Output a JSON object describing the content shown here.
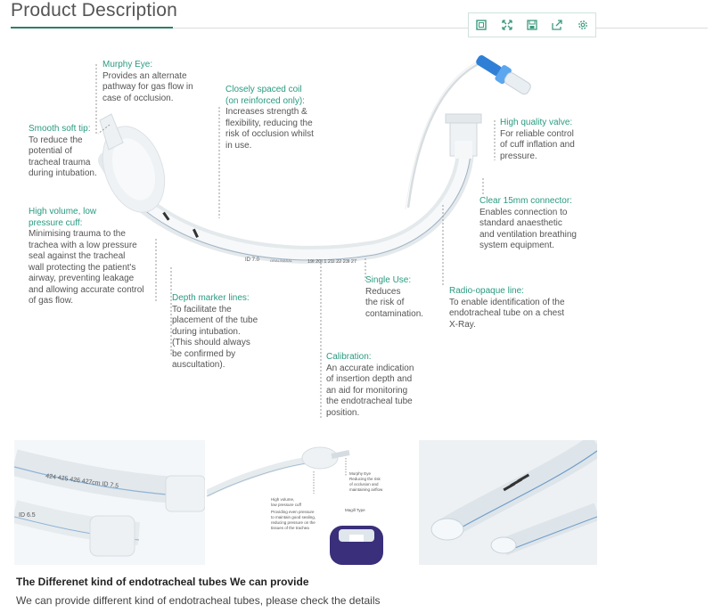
{
  "page": {
    "title": "Product Description"
  },
  "toolbar": {
    "icons": [
      "square-icon",
      "expand-icon",
      "save-icon",
      "share-icon",
      "settings-icon"
    ]
  },
  "annotations": {
    "murphy_eye": {
      "head": "Murphy Eye:",
      "body": "Provides an alternate\npathway for gas flow in\ncase of occlusion."
    },
    "coil": {
      "head": "Closely spaced coil\n(on reinforced only):",
      "body": "Increases strength &\nflexibility, reducing the\nrisk of occlusion whilst\nin use."
    },
    "soft_tip": {
      "head": "Smooth soft tip:",
      "body": "To reduce the\npotential of\ntracheal trauma\nduring intubation."
    },
    "valve": {
      "head": "High quality valve:",
      "body": "For reliable control\nof cuff inflation and\npressure."
    },
    "connector": {
      "head": "Clear 15mm connector:",
      "body": "Enables connection to\nstandard anaesthetic\nand ventilation breathing\nsystem equipment."
    },
    "cuff": {
      "head": "High volume, low\npressure cuff:",
      "body": "Minimising trauma to the\ntrachea with a low pressure\nseal against the tracheal\nwall protecting the patient's\nairway, preventing leakage\nand allowing accurate control\nof gas flow."
    },
    "single_use": {
      "head": "Single Use:",
      "body": "Reduces\nthe risk of\ncontamination."
    },
    "radio_opaque": {
      "head": "Radio-opaque line:",
      "body": "To enable identification of the\nendotracheal tube on a chest\nX-Ray."
    },
    "depth": {
      "head": "Depth marker lines:",
      "body": "To facilitate the\nplacement of the tube\nduring intubation.\n(This should always\nbe confirmed by\nauscultation)."
    },
    "calibration": {
      "head": "Calibration:",
      "body": "An accurate indication\nof insertion depth and\nan aid for monitoring\nthe endotracheal tube\nposition."
    }
  },
  "tube_print": {
    "id": "ID 7.0",
    "oral_nasal": "ORAL/NASAL",
    "marks": "19I   20I 1   21I   22   23I   27"
  },
  "photos": {
    "left_print_top": "424  425  426  427cm  ID 7.5",
    "left_print_bottom": "ID 6.5",
    "mid_labels": {
      "murphy": "Murphy Eye\nReducing the risk\nof occlusion and\nmaintaining airflow",
      "cuff": "High volume,\nlow pressure cuff\nProviding even pressure\nto maintain good sealing,\nreducing pressure on the\ntissues of the trachea",
      "tip": "Magill Type"
    }
  },
  "section": {
    "heading": "The Differenet kind of endotracheal tubes We can provide",
    "body": "We can provide different kind of  endotracheal tubes, please check the details"
  }
}
